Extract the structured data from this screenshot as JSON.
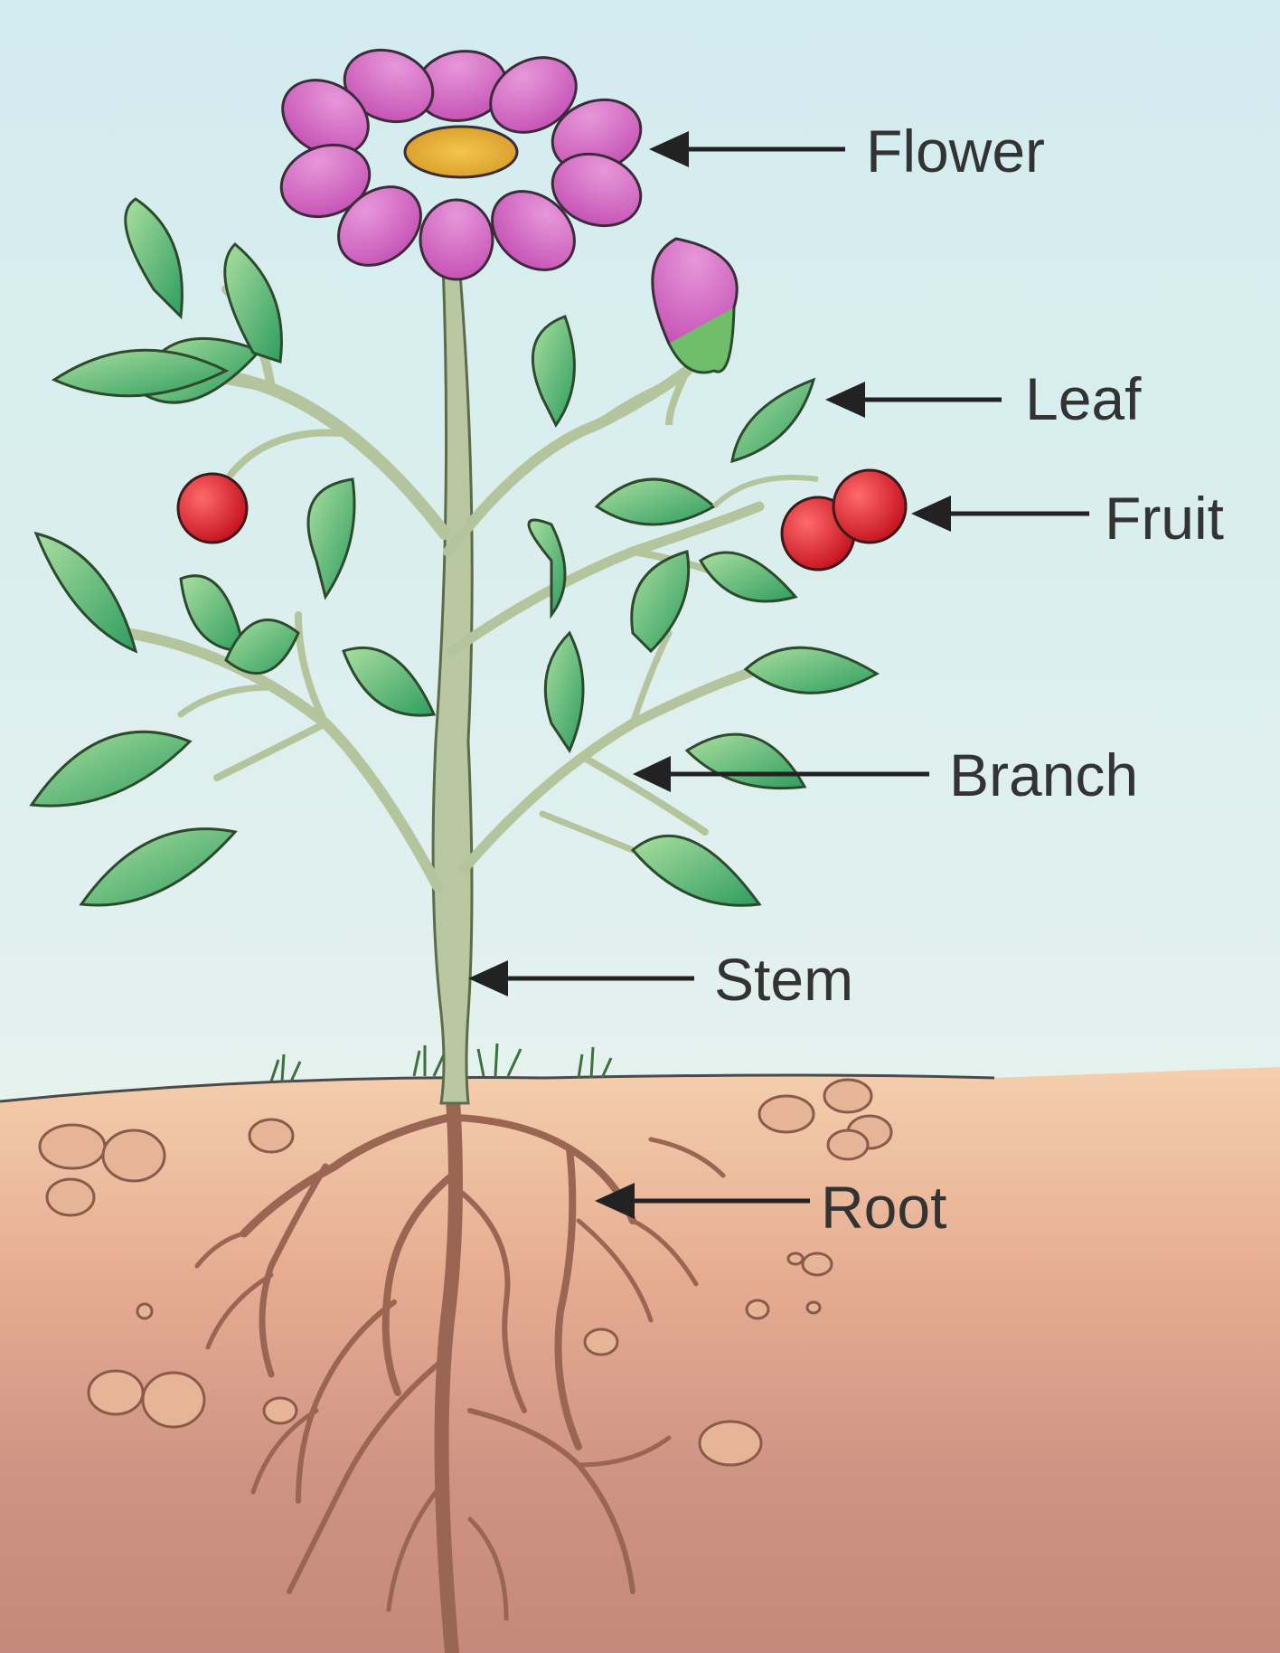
{
  "diagram": {
    "labels": {
      "flower": "Flower",
      "leaf": "Leaf",
      "fruit": "Fruit",
      "branch": "Branch",
      "stem": "Stem",
      "root": "Root"
    },
    "colors": {
      "sky_top": "#d4ecef",
      "sky_bottom": "#eef4ec",
      "soil_top": "#f1c9a7",
      "soil_bottom": "#b97a6c",
      "petal": "#c84fb7",
      "petal_light": "#e693d6",
      "flower_center": "#e8b43a",
      "leaf_dark": "#2f9a5e",
      "leaf_light": "#a7dea2",
      "fruit": "#d81f2b",
      "stem": "#b8c7a0",
      "root": "#9c6450",
      "arrow": "#222222",
      "label_text": "#333333"
    }
  }
}
